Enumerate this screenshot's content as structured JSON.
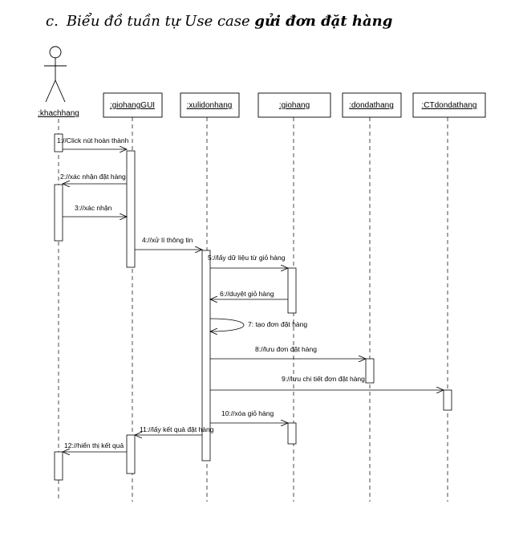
{
  "heading": {
    "prefix": "c.",
    "text": "Biểu đồ tuần tự Use case ",
    "bold_text": "gửi đơn đặt hàng"
  },
  "actor": {
    "name": ":khachhang"
  },
  "objects": [
    {
      "name": ":giohangGUI"
    },
    {
      "name": ":xulidonhang"
    },
    {
      "name": ":giohang"
    },
    {
      "name": ":dondathang"
    },
    {
      "name": ":CTdondathang"
    }
  ],
  "messages": [
    {
      "label": "1://Click nút hoàn thành"
    },
    {
      "label": "2://xác nhận đặt hàng"
    },
    {
      "label": "3://xác nhận"
    },
    {
      "label": "4://xử lí thông tin"
    },
    {
      "label": "5://lấy dữ liệu từ giỏ hàng"
    },
    {
      "label": "6://duyệt giỏ hàng"
    },
    {
      "label": "7: tạo đơn đặt hàng"
    },
    {
      "label": "8://lưu đơn đặt hàng"
    },
    {
      "label": "9://lưu chi tiết đơn đặt hàng"
    },
    {
      "label": "10://xóa giỏ hàng"
    },
    {
      "label": "11://lấy kết quả đặt hàng"
    },
    {
      "label": "12://hiển thị kết quả"
    }
  ]
}
